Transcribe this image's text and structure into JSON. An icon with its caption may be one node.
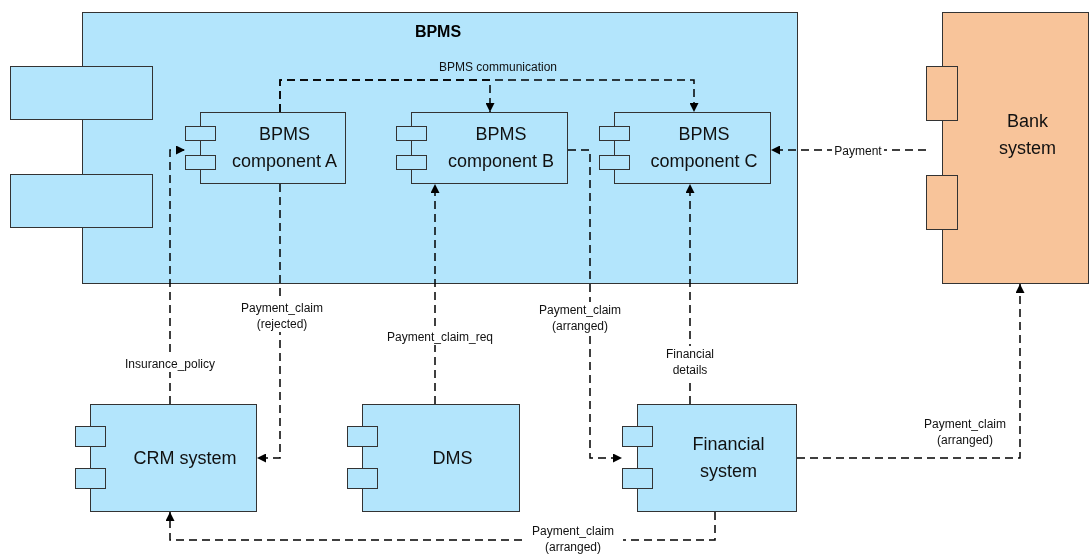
{
  "diagram": {
    "nodes": [
      {
        "text": [
          "BPMS"
        ]
      },
      {
        "text": [
          "BPMS component A"
        ],
        "in": 0
      },
      {
        "text": [
          "BPMS component B"
        ],
        "in": 0
      },
      {
        "text": [
          "BPMS component C"
        ],
        "in": 0
      },
      {
        "text": [
          "Bank system"
        ]
      },
      {
        "text": [
          "CRM system"
        ]
      },
      {
        "text": [
          "DMS"
        ]
      },
      {
        "text": [
          "Financial system"
        ]
      }
    ],
    "edges": [
      {
        "from": 1,
        "to": 2,
        "arrow": "to",
        "label": "BPMS communication"
      },
      {
        "from": 1,
        "to": 3,
        "arrow": "to"
      },
      {
        "from": 5,
        "to": 1,
        "arrow": "to",
        "label": "Insurance_policy"
      },
      {
        "from": 1,
        "to": 5,
        "arrow": "to",
        "label": "Payment_claim (rejected)"
      },
      {
        "from": 6,
        "to": 2,
        "arrow": "to",
        "label": "Payment_claim_req"
      },
      {
        "from": 2,
        "to": 7,
        "arrow": "to",
        "label": "Payment_claim (arranged)"
      },
      {
        "from": 7,
        "to": 3,
        "arrow": "to",
        "label": "Financial details"
      },
      {
        "from": 4,
        "to": 3,
        "arrow": "to",
        "label": "Payment"
      },
      {
        "from": 7,
        "to": 4,
        "arrow": "to",
        "label": "Payment_claim (arranged)"
      },
      {
        "from": 7,
        "to": 5,
        "arrow": "to",
        "label": "Payment_claim (arranged)"
      }
    ]
  }
}
